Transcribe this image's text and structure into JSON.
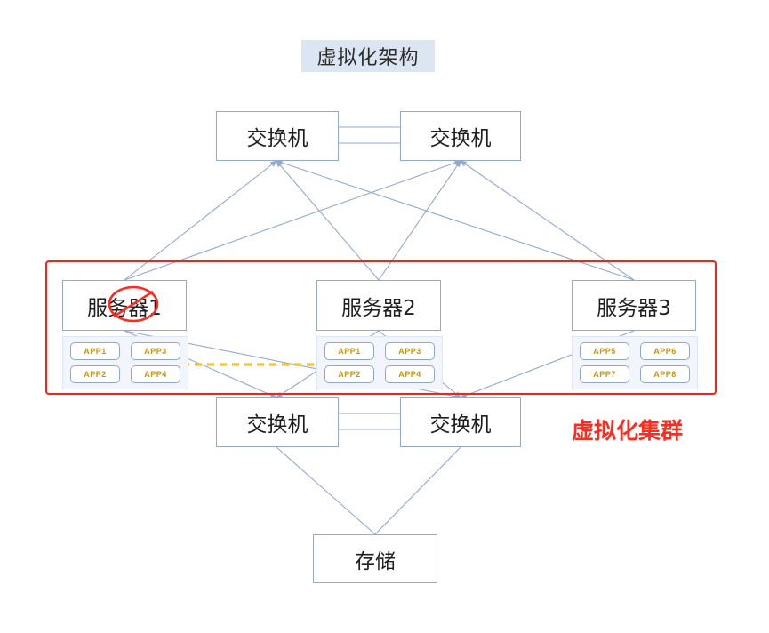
{
  "diagram": {
    "title": "虚拟化架构",
    "cluster_caption": "虚拟化集群",
    "accent_red": "#FF2B20",
    "line_blue": "#93A9CE",
    "migration_orange": "#FFBF1F",
    "title_chip_bg": "#DCE6F2",
    "app_text_color": "#C8960C"
  },
  "switches": {
    "top_left": "交换机",
    "top_right": "交换机",
    "bottom_left": "交换机",
    "bottom_right": "交换机"
  },
  "storage": {
    "label": "存储"
  },
  "servers": [
    {
      "label": "服务器1",
      "failed": true,
      "failure_mark": "red-cross-out",
      "apps": [
        "APP1",
        "APP3",
        "APP2",
        "APP4"
      ]
    },
    {
      "label": "服务器2",
      "failed": false,
      "apps": [
        "APP1",
        "APP3",
        "APP2",
        "APP4"
      ]
    },
    {
      "label": "服务器3",
      "failed": false,
      "apps": [
        "APP5",
        "APP6",
        "APP7",
        "APP8"
      ]
    }
  ],
  "migration": {
    "from": "服务器1",
    "to": "服务器2",
    "style": "orange-dashed-arrow"
  }
}
